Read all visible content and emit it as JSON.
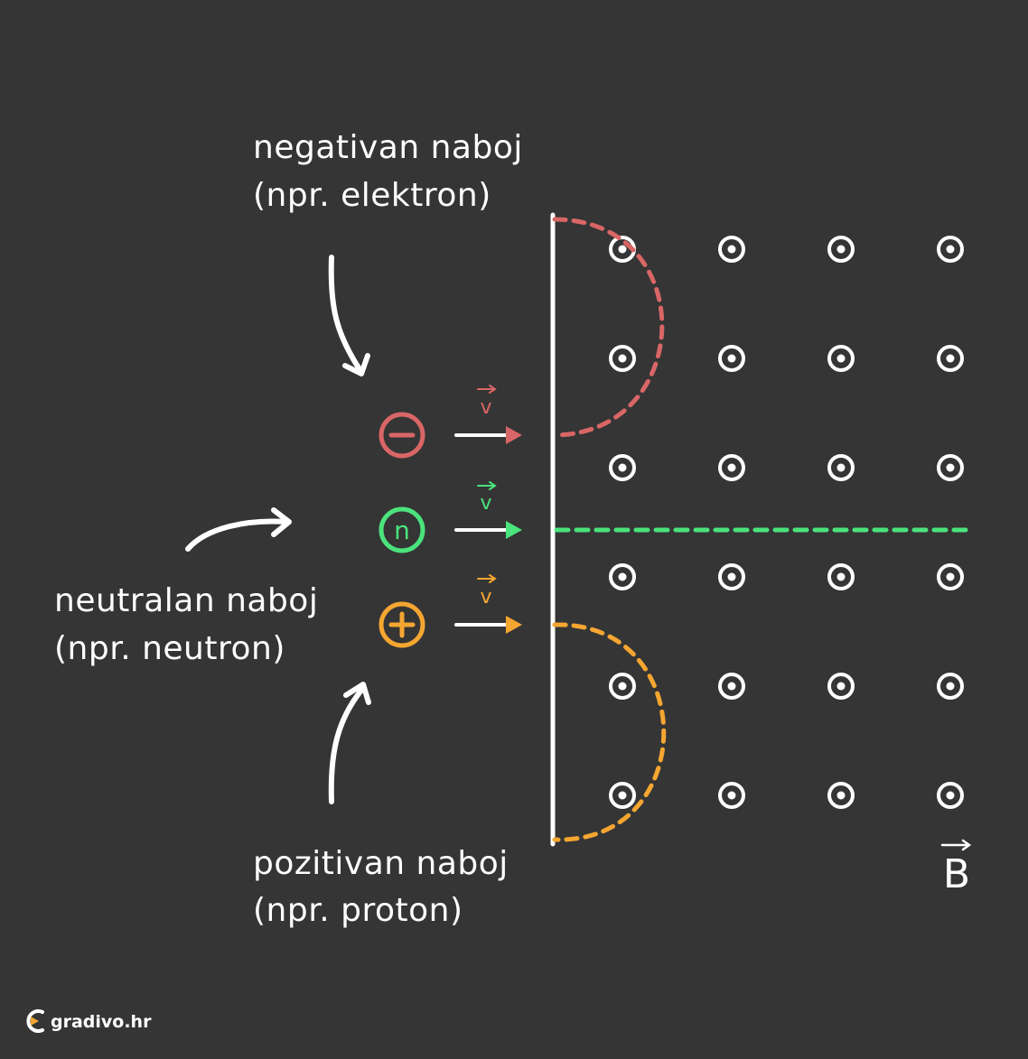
{
  "labels": {
    "negative_line1": "negativan naboj",
    "negative_line2": "(npr. elektron)",
    "neutral_line1": "neutralan naboj",
    "neutral_line2": "(npr. neutron)",
    "positive_line1": "pozitivan naboj",
    "positive_line2": "(npr. proton)"
  },
  "particles": {
    "negative_symbol": "−",
    "neutral_symbol": "n",
    "positive_symbol": "+"
  },
  "velocity_label": "v",
  "field_label": "B",
  "brand": "gradivo.hr",
  "colors": {
    "background": "#353535",
    "negative": "#d96666",
    "neutral": "#4be37c",
    "positive": "#f5a631",
    "white": "#ffffff"
  },
  "icons": {
    "field_dot": "circle-dot-icon",
    "arrow": "arrow-right-icon",
    "vector": "vector-arrow-icon",
    "logo": "gradivo-logo-icon"
  }
}
